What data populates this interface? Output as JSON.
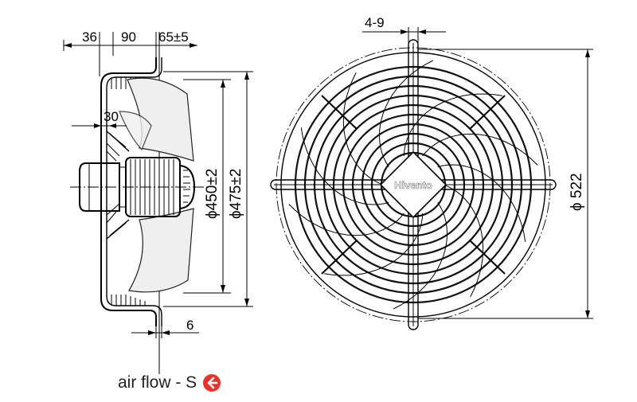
{
  "side_view": {
    "dims": {
      "d36": "36",
      "d90": "90",
      "d65": "65±5",
      "d30": "30",
      "d6": "6",
      "phi450": "ϕ450±2",
      "phi475": "ϕ475±2"
    }
  },
  "front_view": {
    "dims": {
      "d4_9": "4-9",
      "phi522": "ϕ 522"
    },
    "brand": "Hivento"
  },
  "caption": {
    "text": "air flow - S",
    "arrow_color": "#e8322b",
    "arrow_icon": "left-arrow-circle-icon"
  }
}
